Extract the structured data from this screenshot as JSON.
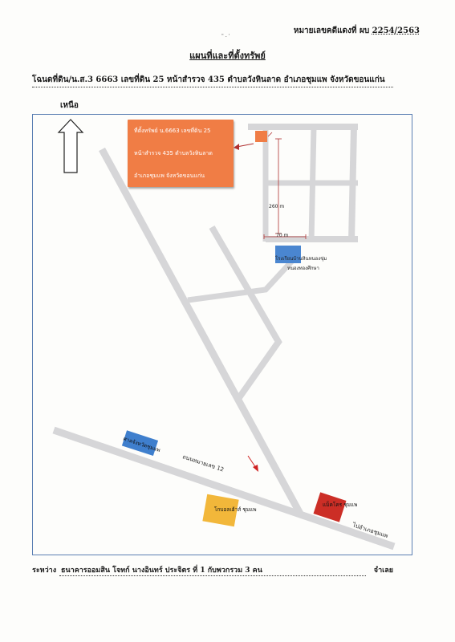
{
  "header": {
    "doc_number_label": "หมายเลขคดีแดงที่ ผบ",
    "doc_number": "2254/2563",
    "mark": "\" - '"
  },
  "title": "แผนที่และที่ตั้งทรัพย์",
  "deed": {
    "text": "โฉนดที่ดิน/น.ส.3 6663 เลขที่ดิน 25 หน้าสำรวจ 435 ตำบลวังหินลาด อำเภอชุมแพ จังหวัดขอนแก่น"
  },
  "north": {
    "label": "เหนือ",
    "icon": "north-arrow-icon"
  },
  "map": {
    "property_box": {
      "line1": "ที่ตั้งทรัพย์ น.6663 เลขที่ดิน 25",
      "line2": "หน้าสำรวจ 435 ตำบลวังหินลาด",
      "line3": "อำเภอชุมแพ จังหวัดขอนแก่น",
      "color": "#f07d45"
    },
    "distance_vertical": "260 m",
    "distance_horizontal": "70 m",
    "school": {
      "line1": "โรงเรียนบ้านหินหนองขุ่ม",
      "line2": "หนองทองศึกษา",
      "color": "#4a86d0"
    },
    "court": {
      "label": "ศาลจังหวัดชุมแพ",
      "color": "#3f7fcd"
    },
    "office": {
      "label": "โกบอลเฮ้าส์ ชุมแพ",
      "color": "#f2b73a"
    },
    "store": {
      "label": "แม็คโคร ชุมแพ",
      "color": "#cc2e26"
    },
    "road_label": "ถนนหมายเลข 12",
    "direction_label": "ไปอำเภอชุมแพ",
    "road_color": "#d6d6d8",
    "marker_color": "#cf2020"
  },
  "footer": {
    "between_label": "ระหว่าง",
    "parties": "ธนาคารออมสิน โจทก์ นางอินทร์ ประจิตร ที่ 1 กับพวกรวม 3 คน",
    "defendant_label": "จำเลย"
  }
}
